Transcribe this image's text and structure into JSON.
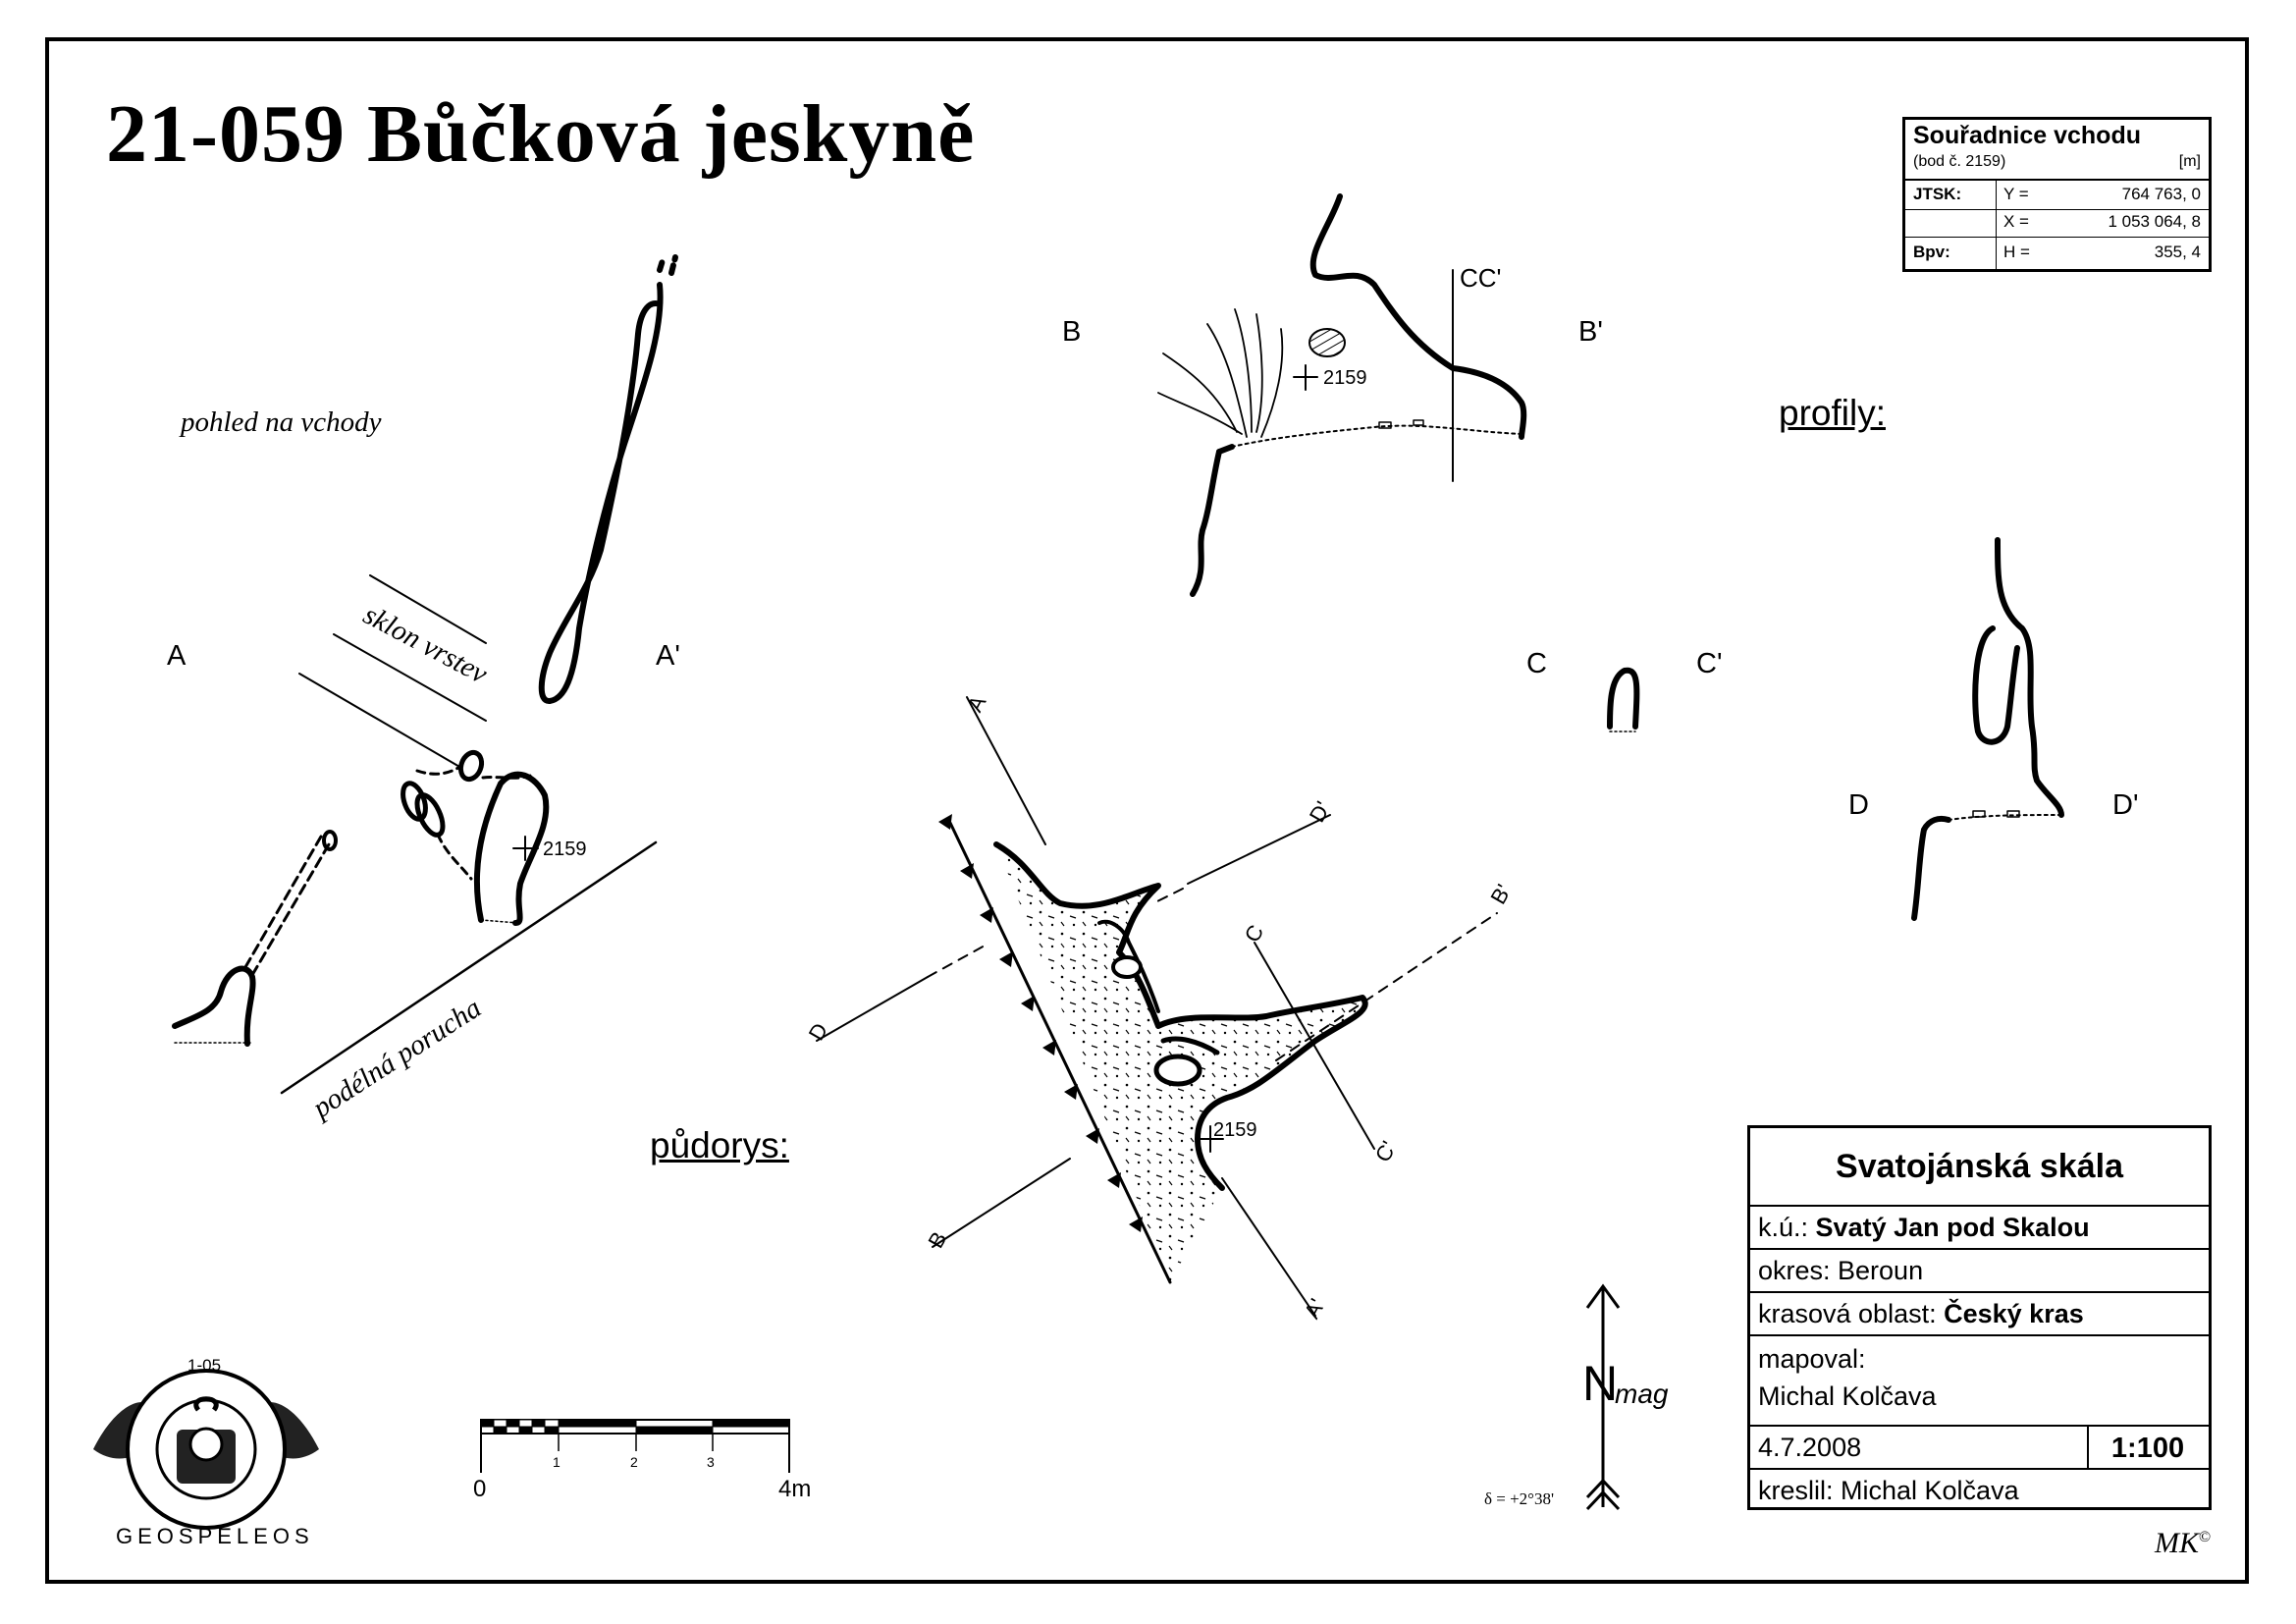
{
  "title": "21-059  Bůčková jeskyně",
  "coordinates": {
    "title": "Souřadnice vchodu",
    "subtitle": "(bod č. 2159)",
    "unit": "[m]",
    "rows": [
      {
        "system": "JTSK:",
        "name": "Y =",
        "value": "764 763, 0"
      },
      {
        "system": "",
        "name": "X =",
        "value": "1 053 064, 8"
      },
      {
        "system": "Bpv:",
        "name": "H =",
        "value": "355, 4"
      }
    ]
  },
  "labels": {
    "view": "pohled na vchody",
    "dip": "sklon vrstev",
    "fault": "podélná porucha",
    "plan_heading": "půdorys:",
    "profiles_heading": "profily:",
    "point": "2159",
    "a": "A",
    "a_prime": "A'",
    "b": "B",
    "b_prime": "B'",
    "c": "C",
    "c_prime": "C'",
    "cc_prime": "CC'",
    "d": "D",
    "d_prime": "D'"
  },
  "scale_bar": {
    "ticks": [
      "1",
      "2",
      "3"
    ],
    "start": "0",
    "end": "4m"
  },
  "north": {
    "n": "N",
    "sub": "mag",
    "declination": "δ = +2°38'"
  },
  "info": {
    "area": "Svatojánská skála",
    "ku_label": "k.ú.:",
    "ku_value": "Svatý Jan pod Skalou",
    "district": "okres: Beroun",
    "karst_label": "krasová oblast:",
    "karst_value": "Český kras",
    "surveyed_label": "mapoval:",
    "surveyed_value": "Michal Kolčava",
    "date": "4.7.2008",
    "scale": "1:100",
    "drawn": "kreslil: Michal Kolčava"
  },
  "logo": {
    "code": "1-05",
    "name": "GEOSPELEOS"
  },
  "signature": "MK",
  "copyright": "©"
}
